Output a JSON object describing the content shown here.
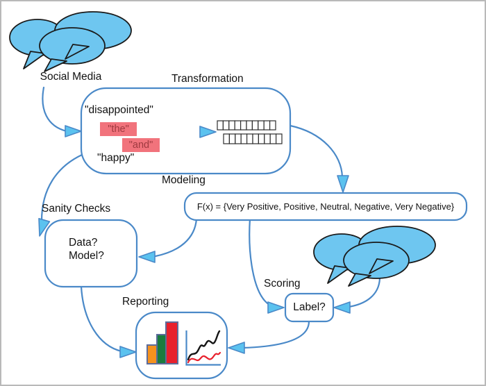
{
  "colors": {
    "arrow": "#4A89C8",
    "arrowhead-fill": "#5BC2EF",
    "box-stroke": "#4A89C8",
    "bubble-fill": "#6EC6F0",
    "bubble-stroke": "#1A1A1A",
    "highlight-bg": "#F1737C",
    "highlight-text": "#9E3A40",
    "bar-orange": "#F5921E",
    "bar-green": "#1B7B3E",
    "bar-red": "#E8202C",
    "bar-outline": "#5D6C9B",
    "chart-axis": "#4A89C8",
    "spark-black": "#151515",
    "spark-red": "#E8202C",
    "text": "#111111",
    "frame-border": "#B9B9B9",
    "background": "#FFFFFF"
  },
  "diagram": {
    "social_media": {
      "label": "Social Media",
      "icon": "speech-bubbles"
    },
    "transformation": {
      "title": "Transformation",
      "word_kept_top": "\"disappointed\"",
      "stopword_1": "\"the\"",
      "stopword_2": "\"and\"",
      "word_kept_bottom": "\"happy\"",
      "vector_rows": 2,
      "vector_cells_per_row": 10
    },
    "modeling": {
      "title": "Modeling",
      "formula": "F(x) = {Very Positive, Positive, Neutral, Negative, Very Negative}"
    },
    "sanity_checks": {
      "title": "Sanity Checks",
      "question_1": "Data?",
      "question_2": "Model?"
    },
    "scoring": {
      "title": "Scoring",
      "box_label": "Label?",
      "icon": "speech-bubbles"
    },
    "reporting": {
      "title": "Reporting",
      "icons": [
        "bar-chart",
        "line-chart"
      ]
    }
  }
}
